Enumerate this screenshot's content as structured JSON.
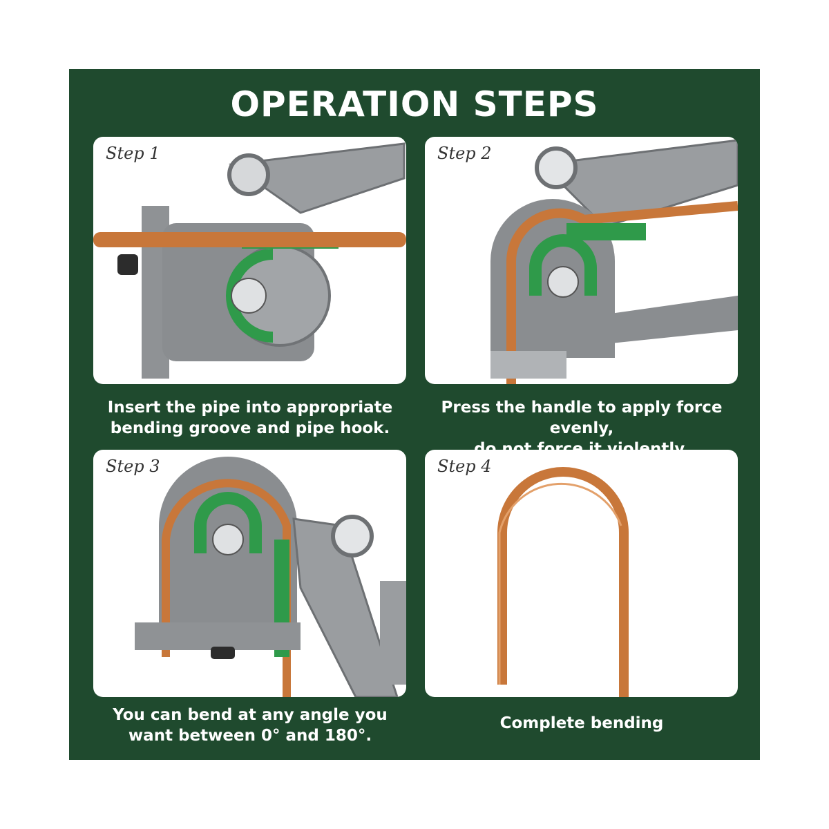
{
  "title": "OPERATION STEPS",
  "steps": [
    {
      "label": "Step 1",
      "caption_line1": "Insert the pipe into appropriate",
      "caption_line2": "bending groove and pipe hook."
    },
    {
      "label": "Step 2",
      "caption_line1": "Press the handle to apply force evenly,",
      "caption_line2": "do not force it violently."
    },
    {
      "label": "Step 3",
      "caption_line1": "You can bend at any angle you",
      "caption_line2": "want between 0° and 180°."
    },
    {
      "label": "Step 4",
      "caption_line1": "Complete bending",
      "caption_line2": ""
    }
  ],
  "colors": {
    "background": "#1f4a2e",
    "copper": "#c8773a",
    "tool": "#8a8d90",
    "scale": "#2f9a4a"
  }
}
